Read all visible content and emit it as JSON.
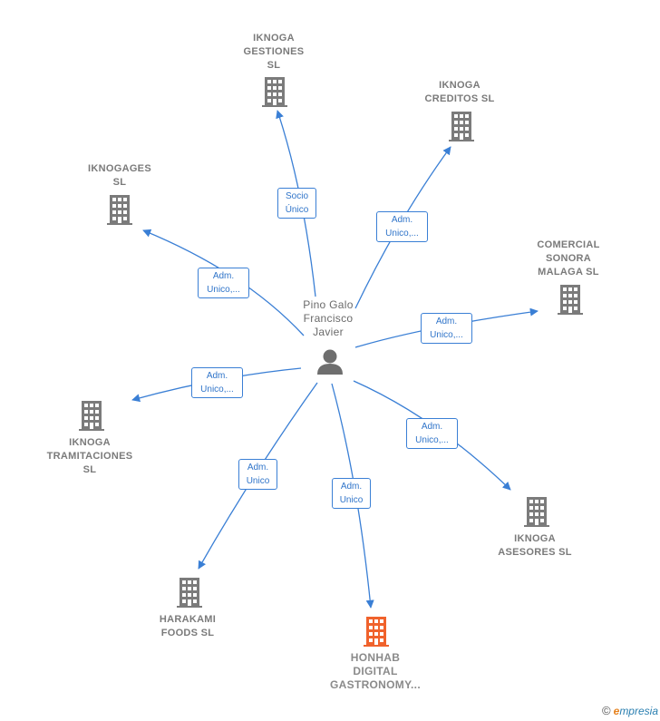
{
  "center": {
    "name_lines": "Pino Galo\nFrancisco\nJavier",
    "icon": "person-icon"
  },
  "companies": [
    {
      "id": "iknoga-gestiones",
      "name": "IKNOGA\nGESTIONES\nSL",
      "icon": "building-icon",
      "highlight": false
    },
    {
      "id": "iknoga-creditos",
      "name": "IKNOGA\nCREDITOS  SL",
      "icon": "building-icon",
      "highlight": false
    },
    {
      "id": "iknogages",
      "name": "IKNOGAGES\nSL",
      "icon": "building-icon",
      "highlight": false
    },
    {
      "id": "comercial-sonora",
      "name": "COMERCIAL\nSONORA\nMALAGA  SL",
      "icon": "building-icon",
      "highlight": false
    },
    {
      "id": "iknoga-tramitaciones",
      "name": "IKNOGA\nTRAMITACIONES\nSL",
      "icon": "building-icon",
      "highlight": false
    },
    {
      "id": "iknoga-asesores",
      "name": "IKNOGA\nASESORES SL",
      "icon": "building-icon",
      "highlight": false
    },
    {
      "id": "harakami-foods",
      "name": "HARAKAMI\nFOODS  SL",
      "icon": "building-icon",
      "highlight": false
    },
    {
      "id": "honhab-digital",
      "name": "HONHAB\nDIGITAL\nGASTRONOMY...",
      "icon": "building-icon",
      "highlight": true
    }
  ],
  "relations": [
    {
      "to": "iknoga-gestiones",
      "label": "Socio\nÚnico"
    },
    {
      "to": "iknoga-creditos",
      "label": "Adm.\nUnico,..."
    },
    {
      "to": "iknogages",
      "label": "Adm.\nUnico,..."
    },
    {
      "to": "comercial-sonora",
      "label": "Adm.\nUnico,..."
    },
    {
      "to": "iknoga-tramitaciones",
      "label": "Adm.\nUnico,..."
    },
    {
      "to": "iknoga-asesores",
      "label": "Adm.\nUnico,..."
    },
    {
      "to": "harakami-foods",
      "label": "Adm.\nUnico"
    },
    {
      "to": "honhab-digital",
      "label": "Adm.\nUnico"
    }
  ],
  "colors": {
    "edge": "#3a7fd5",
    "building": "#7b7b7b",
    "highlight": "#f0622c",
    "person": "#6e6e6e"
  },
  "footer": {
    "copyright_symbol": "©",
    "brand_initial": "e",
    "brand_rest": "mpresia"
  }
}
